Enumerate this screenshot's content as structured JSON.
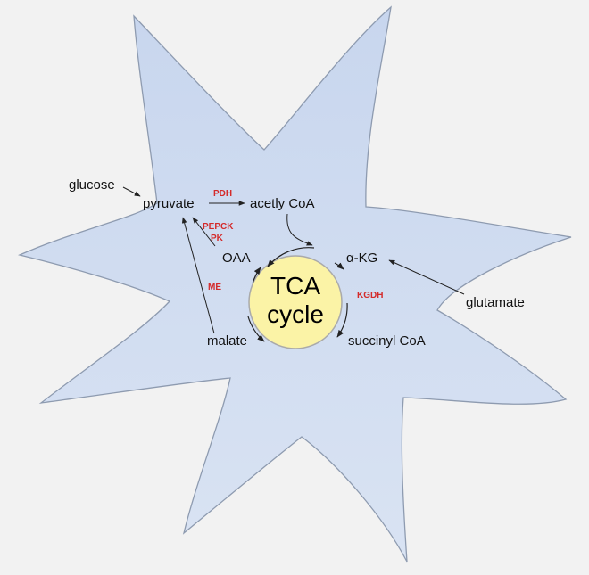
{
  "colors": {
    "background": "#f2f2f2",
    "cell_fill_top": "#c8d6ee",
    "cell_fill_bottom": "#d9e3f3",
    "cell_stroke": "#8e9bb0",
    "circle_fill": "#fbf3a6",
    "circle_stroke": "#aaaaaa",
    "enzyme_text": "#d42a2a",
    "arrow": "#222222"
  },
  "metabolites": {
    "glucose": "glucose",
    "pyruvate": "pyruvate",
    "acetyl_coa": "acetly CoA",
    "oaa": "OAA",
    "akg": "α-KG",
    "glutamate": "glutamate",
    "malate": "malate",
    "succinyl_coa": "succinyl CoA"
  },
  "enzymes": {
    "pdh": "PDH",
    "pepck": "PEPCK",
    "pk": "PK",
    "me": "ME",
    "kgdh": "KGDH"
  },
  "tca": {
    "line1": "TCA",
    "line2": "cycle"
  }
}
